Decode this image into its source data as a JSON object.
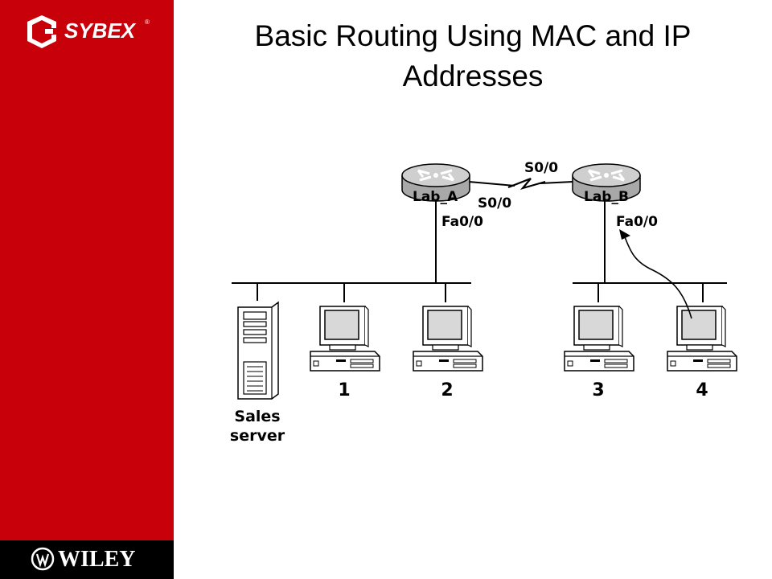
{
  "brand": {
    "publisher_logo": "SYBEX",
    "footer_logo": "WILEY"
  },
  "slide": {
    "title_line1": "Basic Routing Using MAC and IP",
    "title_line2": "Addresses"
  },
  "diagram": {
    "routers": [
      {
        "name": "Lab_A",
        "serial": "S0/0",
        "fast_ethernet": "Fa0/0"
      },
      {
        "name": "Lab_B",
        "serial": "S0/0",
        "fast_ethernet": "Fa0/0"
      }
    ],
    "server": {
      "label_line1": "Sales",
      "label_line2": "server"
    },
    "hosts": [
      "1",
      "2",
      "3",
      "4"
    ],
    "icons": [
      "router-icon",
      "server-tower-icon",
      "workstation-icon",
      "serial-link-icon"
    ]
  }
}
